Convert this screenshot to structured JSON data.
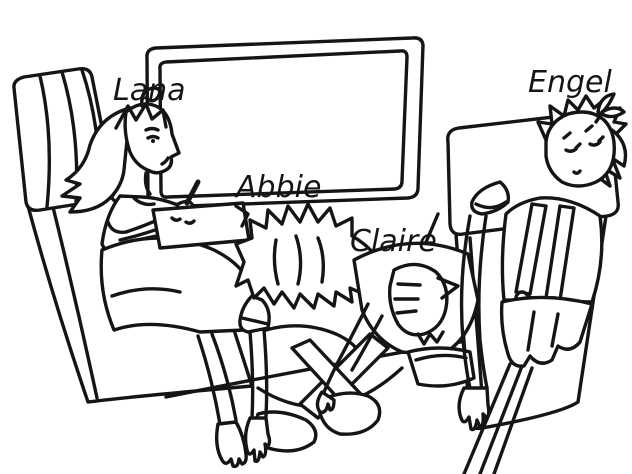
{
  "scene": {
    "type": "line-art illustration",
    "description": "Four friends on facing train seats beside a large window: one sketching in a notebook, three asleep",
    "background_color": "#ffffff",
    "line_color": "#151515"
  },
  "characters": [
    {
      "name": "Lana",
      "activity": "sketching in a notebook on the left seat"
    },
    {
      "name": "Abbie",
      "activity": "slumped forward asleep in the middle"
    },
    {
      "name": "Claire",
      "activity": "face-down asleep over the bench"
    },
    {
      "name": "Engel",
      "activity": "asleep leaning on the right seat headrest"
    }
  ]
}
